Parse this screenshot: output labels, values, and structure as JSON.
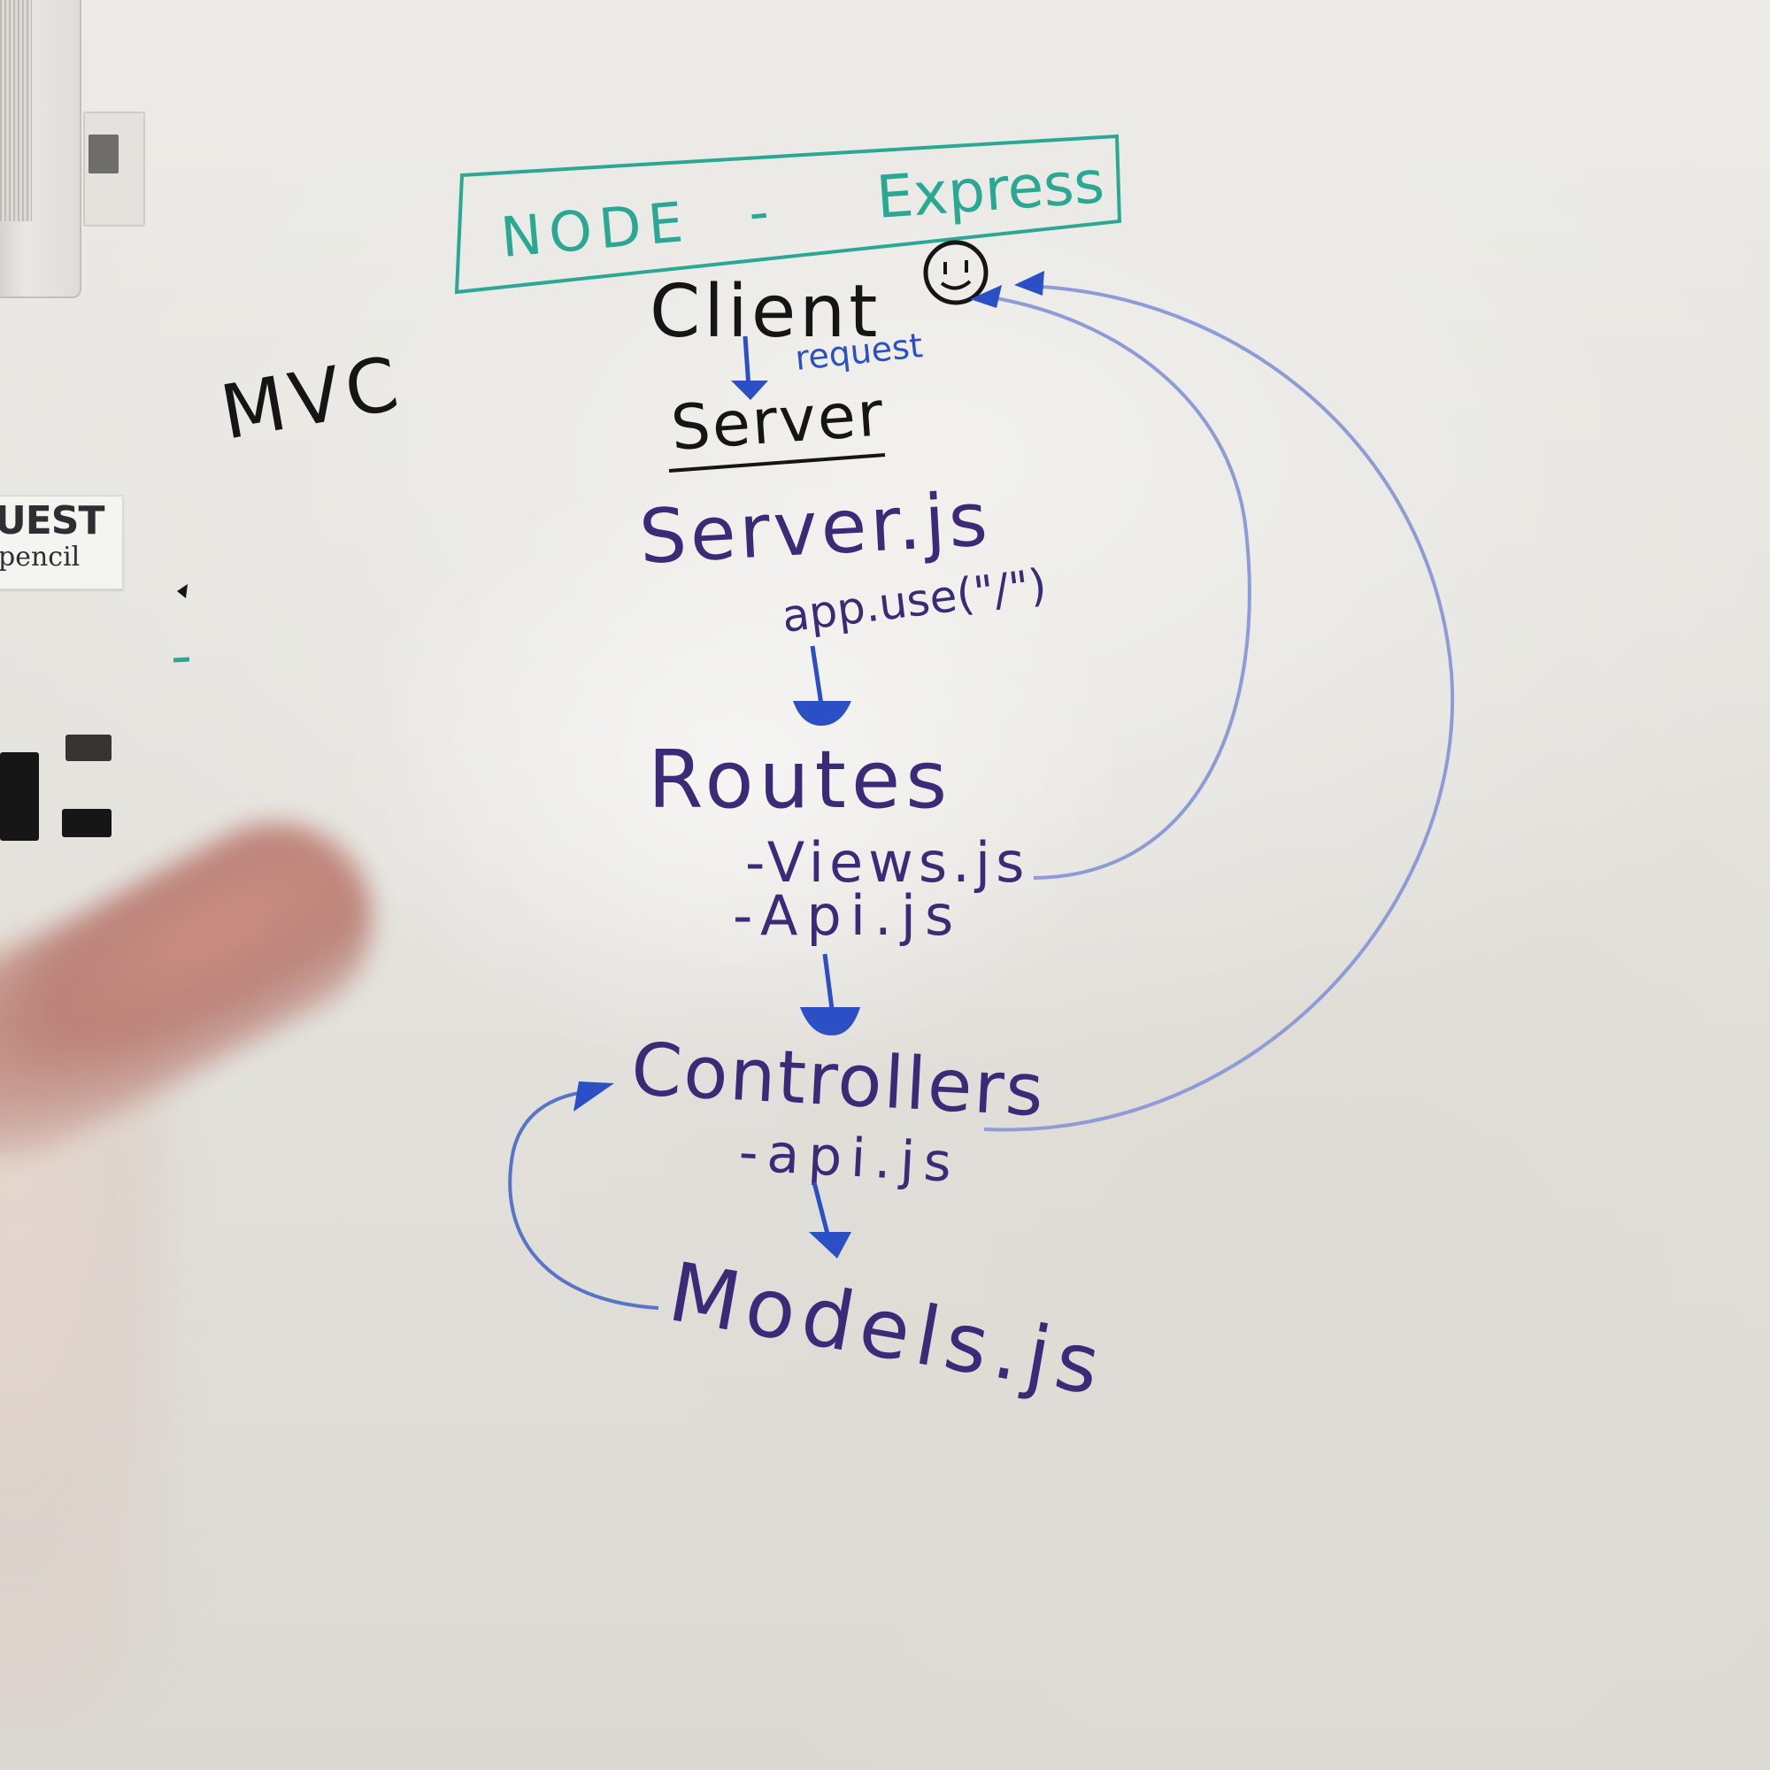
{
  "board": {
    "title_left": "NODE",
    "title_dash": "-",
    "title_right": "Express",
    "mvc_label": "MVC",
    "client": "Client",
    "request": "request",
    "server": "Server",
    "server_js": "Server.js",
    "app_use": "app.use(\"/\")",
    "routes": "Routes",
    "views_js": "-Views.js",
    "api_js": "-Api.js",
    "controllers": "Controllers",
    "controllers_api": "-api.js",
    "models": "Models.js"
  },
  "sticker": {
    "brand": "UEST",
    "sub": "pencil"
  },
  "colors": {
    "teal_marker": "#2aa893",
    "black_marker": "#151515",
    "purple_marker": "#3b2a78",
    "blue_marker": "#2b4fc4",
    "light_blue_line": "#7f8fd0"
  }
}
